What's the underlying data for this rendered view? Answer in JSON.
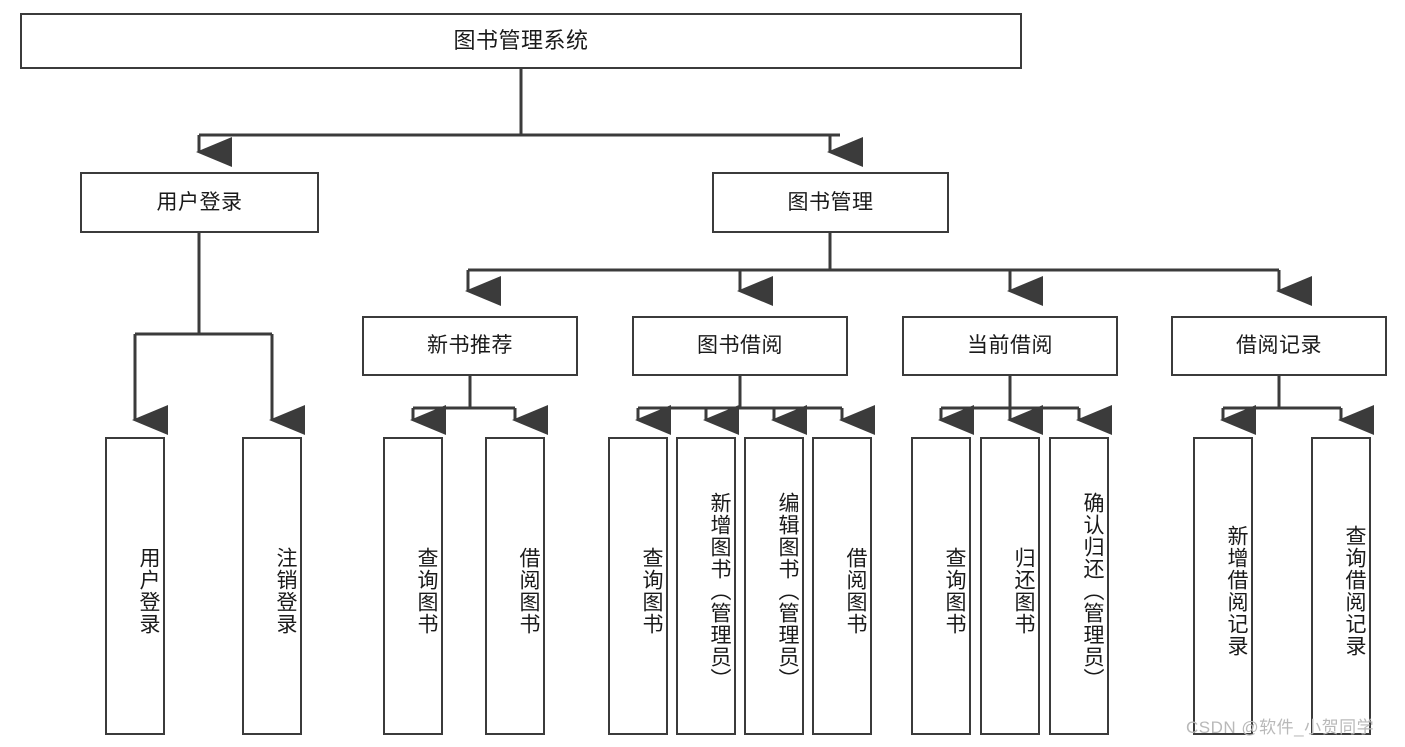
{
  "diagram": {
    "type": "tree-hierarchy",
    "title": "图书管理系统",
    "root": {
      "label": "图书管理系统"
    },
    "level2": [
      {
        "id": "user-login",
        "label": "用户登录"
      },
      {
        "id": "book-management",
        "label": "图书管理"
      }
    ],
    "level3": [
      {
        "id": "new-book-recommend",
        "label": "新书推荐",
        "parent": "book-management"
      },
      {
        "id": "book-borrow",
        "label": "图书借阅",
        "parent": "book-management"
      },
      {
        "id": "current-borrow",
        "label": "当前借阅",
        "parent": "book-management"
      },
      {
        "id": "borrow-record",
        "label": "借阅记录",
        "parent": "book-management"
      }
    ],
    "leaves": [
      {
        "id": "leaf-user-login",
        "label": "用户登录",
        "parent": "user-login"
      },
      {
        "id": "leaf-logout-login",
        "label": "注销登录",
        "parent": "user-login"
      },
      {
        "id": "leaf-query-book-1",
        "label": "查询图书",
        "parent": "new-book-recommend"
      },
      {
        "id": "leaf-borrow-book-1",
        "label": "借阅图书",
        "parent": "new-book-recommend"
      },
      {
        "id": "leaf-query-book-2",
        "label": "查询图书",
        "parent": "book-borrow"
      },
      {
        "id": "leaf-add-book",
        "label": "新增图书（管理员）",
        "parent": "book-borrow"
      },
      {
        "id": "leaf-edit-book",
        "label": "编辑图书（管理员）",
        "parent": "book-borrow"
      },
      {
        "id": "leaf-borrow-book-2",
        "label": "借阅图书",
        "parent": "book-borrow"
      },
      {
        "id": "leaf-query-book-3",
        "label": "查询图书",
        "parent": "current-borrow"
      },
      {
        "id": "leaf-return-book",
        "label": "归还图书",
        "parent": "current-borrow"
      },
      {
        "id": "leaf-confirm-return",
        "label": "确认归还（管理员）",
        "parent": "current-borrow"
      },
      {
        "id": "leaf-add-record",
        "label": "新增借阅记录",
        "parent": "borrow-record"
      },
      {
        "id": "leaf-query-record",
        "label": "查询借阅记录",
        "parent": "borrow-record"
      }
    ],
    "colors": {
      "stroke": "#3b3b3b",
      "fill": "#ffffff",
      "text": "#1a1a1a",
      "watermark": "#b9b9b9"
    }
  },
  "watermark": {
    "text": "CSDN @软件_小贺同学"
  }
}
